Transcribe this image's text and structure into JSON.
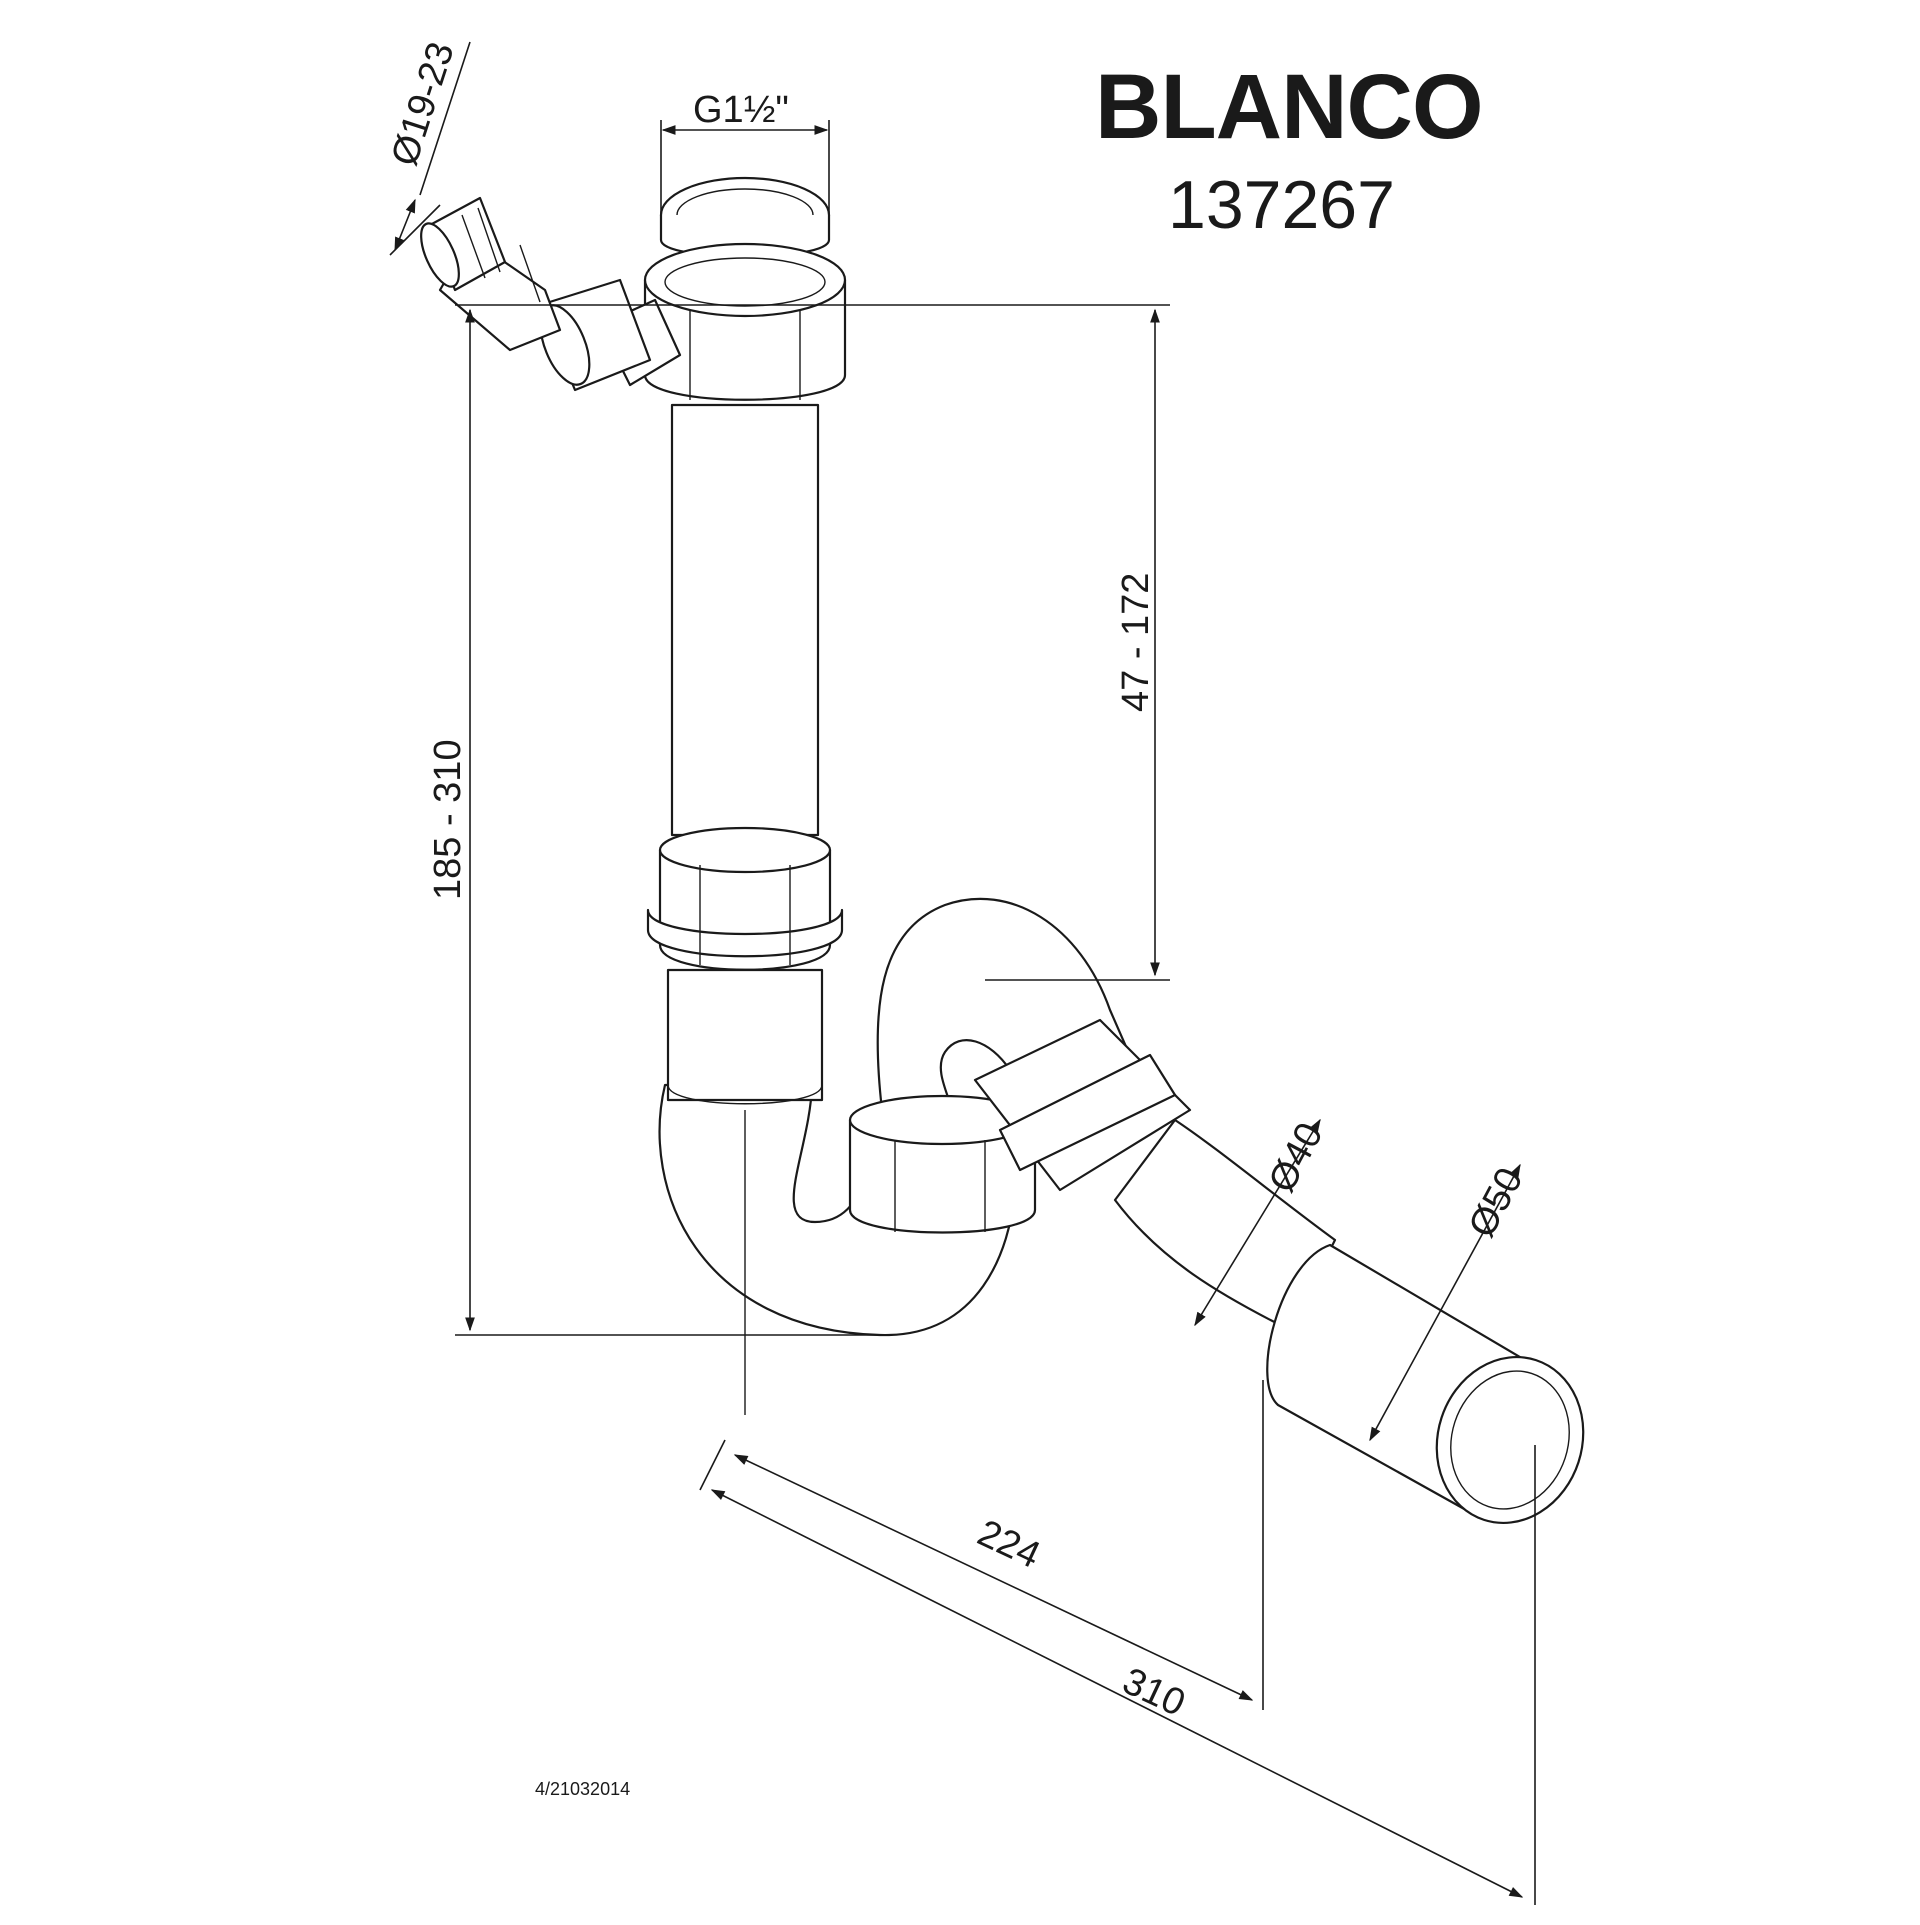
{
  "brand": {
    "name": "BLANCO",
    "article_number": "137267"
  },
  "dimensions": {
    "hose_connector_diameter": "Ø19-23",
    "thread": "G1½\"",
    "total_height": "185 - 310",
    "inlet_to_outlet_height": "47 - 172",
    "outlet_pipe_diameter": "Ø40",
    "outlet_sleeve_diameter": "Ø50",
    "horizontal_offset": "224",
    "total_length": "310"
  },
  "footer": {
    "document_reference": "4/21032014"
  }
}
